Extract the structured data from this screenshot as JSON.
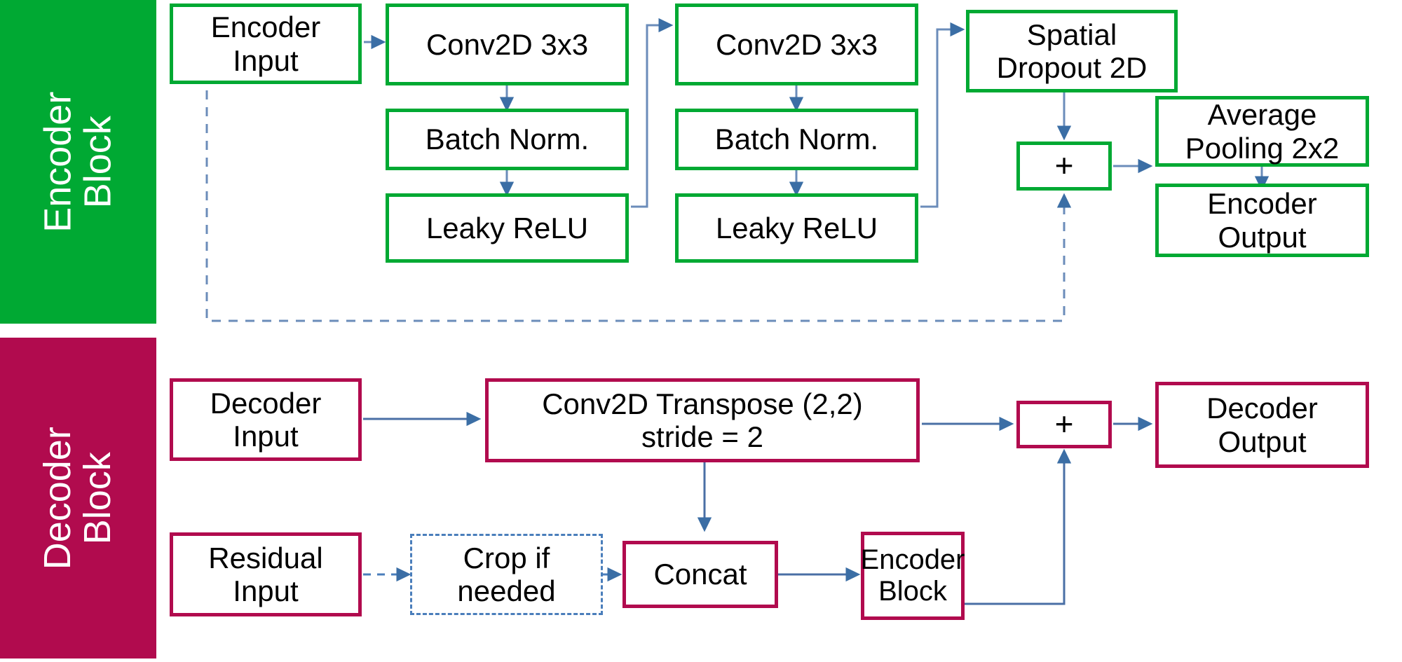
{
  "colors": {
    "encoder_band": "#00a933",
    "decoder_band": "#b10b4e",
    "encoder_border": "#00a933",
    "decoder_border": "#b10b4e",
    "connector": "#6b8cba",
    "arrowhead": "#3b6ea5",
    "dashed": "#6b8cba",
    "text": "#000000",
    "background": "#ffffff"
  },
  "encoder": {
    "band": {
      "line1": "Encoder",
      "line2": "Block"
    },
    "nodes": {
      "encoder_input": {
        "line1": "Encoder",
        "line2": "Input"
      },
      "conv1": {
        "line1": "Conv2D 3x3"
      },
      "bn1": {
        "line1": "Batch Norm."
      },
      "relu1": {
        "line1": "Leaky ReLU"
      },
      "conv2": {
        "line1": "Conv2D 3x3"
      },
      "bn2": {
        "line1": "Batch Norm."
      },
      "relu2": {
        "line1": "Leaky ReLU"
      },
      "spatial_dropout": {
        "line1": "Spatial",
        "line2": "Dropout 2D"
      },
      "add": {
        "line1": "+"
      },
      "avg_pool": {
        "line1": "Average",
        "line2": "Pooling 2x2"
      },
      "encoder_output": {
        "line1": "Encoder",
        "line2": "Output"
      }
    }
  },
  "decoder": {
    "band": {
      "line1": "Decoder",
      "line2": "Block"
    },
    "nodes": {
      "decoder_input": {
        "line1": "Decoder",
        "line2": "Input"
      },
      "residual_input": {
        "line1": "Residual",
        "line2": "Input"
      },
      "conv_transpose": {
        "line1": "Conv2D Transpose (2,2)",
        "line2": "stride = 2"
      },
      "crop": {
        "line1": "Crop if",
        "line2": "needed"
      },
      "concat": {
        "line1": "Concat"
      },
      "encoder_block": {
        "line1": "Encoder",
        "line2": "Block"
      },
      "add": {
        "line1": "+"
      },
      "decoder_output": {
        "line1": "Decoder",
        "line2": "Output"
      }
    }
  }
}
